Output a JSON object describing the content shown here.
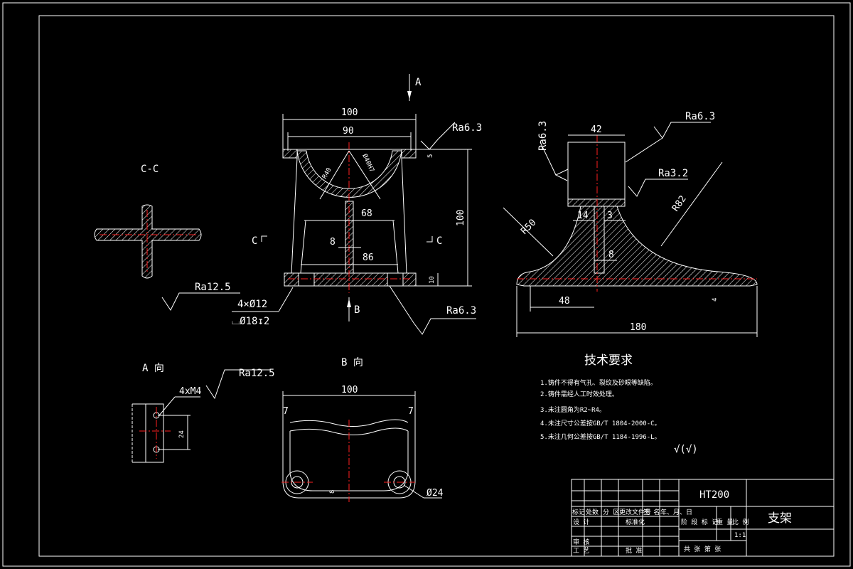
{
  "views": {
    "section_cc": {
      "label": "C-C"
    },
    "view_a": {
      "label": "A 向"
    },
    "view_b": {
      "label": "B 向"
    },
    "section_arrow_a": "A",
    "section_arrow_b": "B",
    "section_mark_c_left": "C",
    "section_mark_c_right": "C"
  },
  "front_view": {
    "dims": {
      "top_overall": "100",
      "top_inner": "90",
      "height": "100",
      "rib_top": "68",
      "base_inner": "86",
      "web": "8",
      "base_thickness": "10",
      "top_thickness": "5",
      "radius": "R40",
      "arc_chord": "Ø40H7"
    },
    "holes_callout_1": "4×Ø12",
    "holes_callout_2": "⌴Ø18↧2",
    "roughness": [
      "Ra6.3",
      "Ra12.5",
      "Ra6.3"
    ]
  },
  "side_view": {
    "dims": {
      "top_width": "42",
      "rib_left": "14",
      "rib_right": "3",
      "web": "8",
      "base_left": "48",
      "overall": "180",
      "base_thickness": "4",
      "radius_left": "R50",
      "radius_right": "R82"
    },
    "roughness": [
      "Ra6.3",
      "Ra6.3",
      "Ra3.2"
    ]
  },
  "view_a_detail": {
    "thread": "4xM4",
    "spacing": "24",
    "roughness": "Ra12.5"
  },
  "view_b_detail": {
    "width": "100",
    "left_offset": "7",
    "right_offset": "7",
    "hole": "Ø24",
    "depth": "8"
  },
  "tech_requirements": {
    "title": "技术要求",
    "items": [
      "1.铸件不得有气孔、裂纹及砂眼等缺陷。",
      "2.铸件需经人工时效处理。",
      "3.未注圆角为R2~R4。",
      "4.未注尺寸公差按GB/T 1804-2000-C。",
      "5.未注几何公差按GB/T 1184-1996-L。"
    ],
    "roughness_symbol": "√(√)"
  },
  "title_block": {
    "material": "HT200",
    "part_name": "支架",
    "scale": "1:1",
    "col_headers": [
      "标记",
      "处数",
      "分 区",
      "更改文件号",
      "签 名",
      "年、月、日"
    ],
    "row_design": "设 计",
    "row_standard": "标准化",
    "row_review": "审 核",
    "row_process": "工 艺",
    "row_approve": "批 准",
    "stage_header": "阶 段 标 记",
    "weight_header": "重 量",
    "ratio_header": "比 例",
    "sheet_footer": "共   张  第   张"
  }
}
